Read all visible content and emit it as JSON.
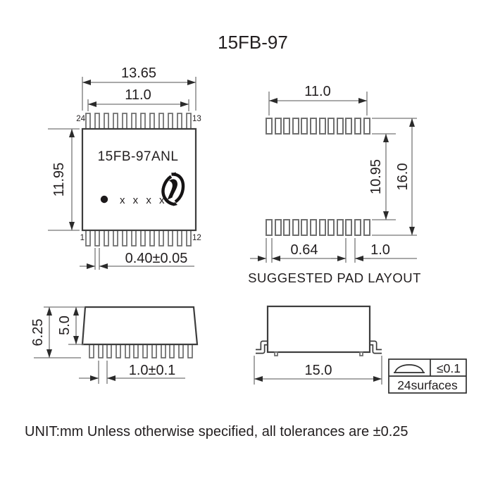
{
  "title": "15FB-97",
  "note": "UNIT:mm Unless otherwise specified, all tolerances are ±0.25",
  "colors": {
    "background": "#ffffff",
    "line": "#767676",
    "outline": "#3d3d3d",
    "text": "#221e1f"
  },
  "top_view": {
    "part_number": "15FB-97ANL",
    "date_code": "x x x x",
    "logo_icon": "bothhand-logo",
    "pin1_marker_icon": "pin1-dot",
    "pins": {
      "top_left": "24",
      "top_right": "13",
      "bottom_left": "1",
      "bottom_right": "12"
    },
    "dims": {
      "body_width": "13.65",
      "pin_span": "11.0",
      "body_height": "11.95",
      "lead_width": "0.40±0.05"
    }
  },
  "pad_layout": {
    "caption": "SUGGESTED PAD LAYOUT",
    "dims": {
      "pad_span": "11.0",
      "inner_gap": "10.95",
      "outer_span": "16.0",
      "pad_width": "0.64",
      "pad_pitch": "1.0"
    }
  },
  "side_view": {
    "dims": {
      "total_height": "6.25",
      "body_height": "5.0",
      "lead_pitch": "1.0±0.1"
    }
  },
  "front_view": {
    "dims": {
      "lead_span": "15.0"
    }
  },
  "coplanarity_table": {
    "flatness_icon": "flatness-symbol",
    "limit": "≤0.1",
    "surfaces": "24surfaces"
  }
}
